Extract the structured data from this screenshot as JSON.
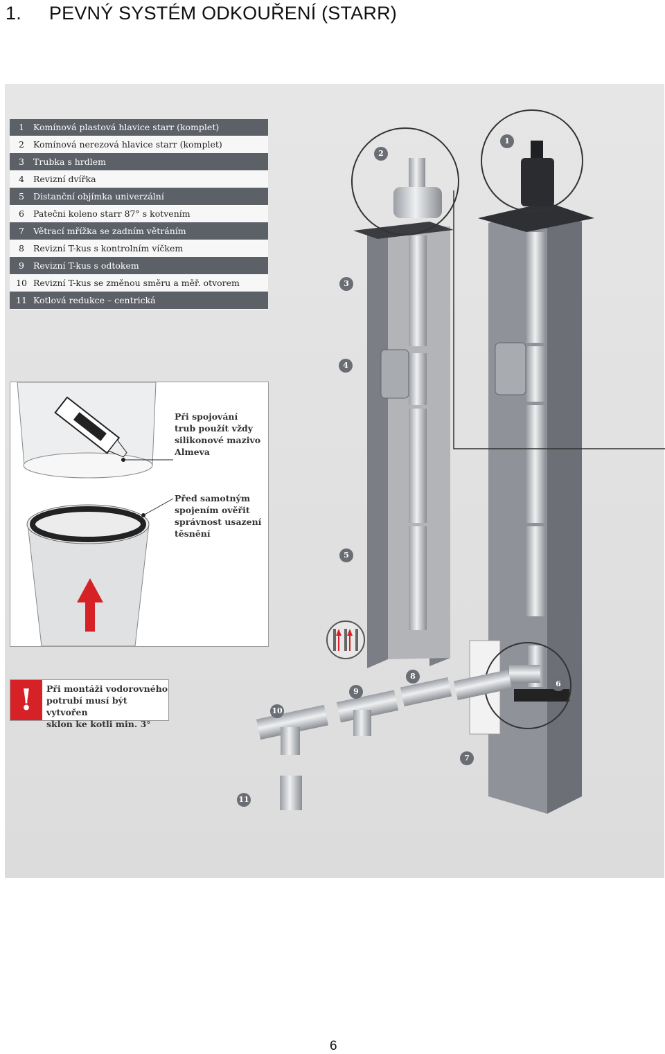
{
  "title": {
    "number": "1.",
    "text": "PEVNÝ SYSTÉM ODKOUŘENÍ (STARR)"
  },
  "legend": [
    {
      "n": "1",
      "label": "Komínová plastová hlavice starr (komplet)"
    },
    {
      "n": "2",
      "label": "Komínová nerezová hlavice starr (komplet)"
    },
    {
      "n": "3",
      "label": "Trubka s hrdlem"
    },
    {
      "n": "4",
      "label": "Revizní dvířka"
    },
    {
      "n": "5",
      "label": "Distanční objímka univerzální"
    },
    {
      "n": "6",
      "label": "Patečni koleno starr 87° s kotvením"
    },
    {
      "n": "7",
      "label": "Větrací mřížka se zadním větráním"
    },
    {
      "n": "8",
      "label": "Revizní T-kus s kontrolním víčkem"
    },
    {
      "n": "9",
      "label": "Revizní T-kus s odtokem"
    },
    {
      "n": "10",
      "label": "Revizní T-kus se změnou směru a měř. otvorem"
    },
    {
      "n": "11",
      "label": "Kotlová redukce – centrická"
    }
  ],
  "callouts": {
    "c1": "1",
    "c2": "2",
    "c3": "3",
    "c4": "4",
    "c5": "5",
    "c6": "6",
    "c7": "7",
    "c8": "8",
    "c9": "9",
    "c10": "10",
    "c11": "11"
  },
  "notes": {
    "lubricant": "Při spojování\ntrub použít vždy\nsilikonové mazivo\nAlmeva",
    "seal": "Před samotným\nspojením ověřit\nsprávnost usazení\ntěsnění"
  },
  "warning": {
    "symbol": "!",
    "text": "Při montáži vodorovného\npotrubí musí být vytvořen\nsklon ke kotli min. 3°"
  },
  "page_number": "6",
  "colors": {
    "accent_red": "#d62127",
    "legend_dark": "#5c6067",
    "shaft": "#8e9096"
  }
}
